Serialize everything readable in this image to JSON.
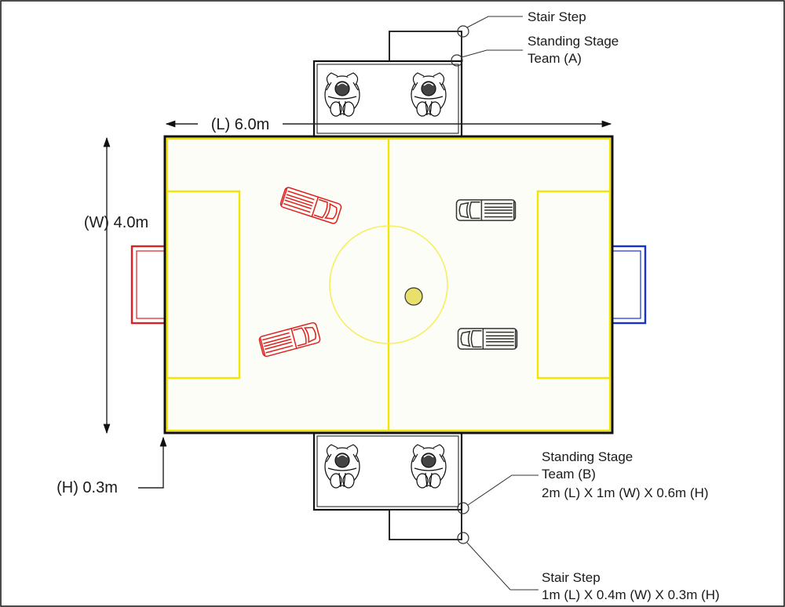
{
  "labels": {
    "stair_step_top": "Stair Step",
    "stage_a_line1": "Standing Stage",
    "stage_a_line2": "Team (A)",
    "length_label": "(L)  6.0m",
    "width_label": "(W)  4.0m",
    "height_label": "(H)   0.3m",
    "stage_b_line1": "Standing Stage",
    "stage_b_line2": "Team (B)",
    "stage_b_line3": "2m (L) X 1m (W) X 0.6m (H)",
    "stair_step_bottom_line1": "Stair Step",
    "stair_step_bottom_line2": "1m (L) X 0.4m (W) X 0.3m (H)"
  },
  "colors": {
    "field_fill": "#fdfdf7",
    "field_border": "#111111",
    "field_lines": "#f2e600",
    "center_circle": "#f5ef60",
    "ball": "#e8e06a",
    "team_red": "#e02020",
    "team_blue": "#1830d0",
    "car_dark": "#333333"
  },
  "icons": {
    "person": "standing-person-icon",
    "car": "pickup-truck-icon",
    "ball": "ball-icon"
  }
}
